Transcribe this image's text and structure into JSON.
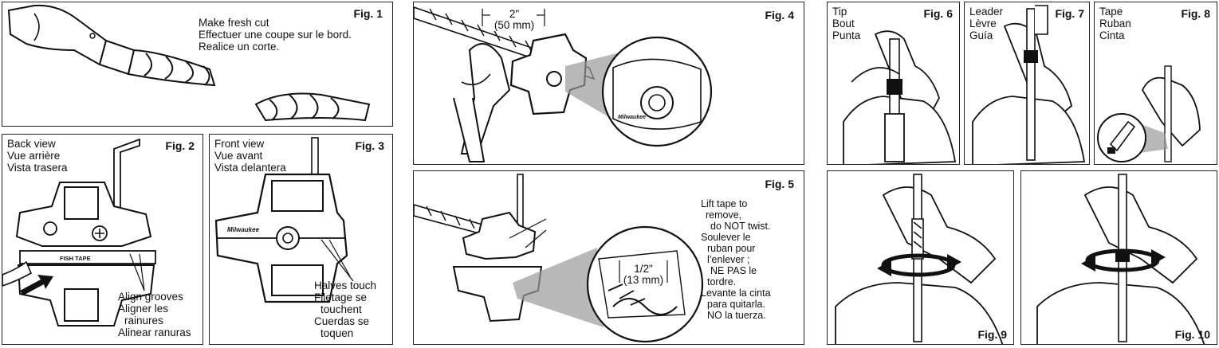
{
  "fig1": {
    "label": "Fig. 1",
    "lines": [
      "Make fresh cut",
      "Effectuer une coupe sur le bord.",
      "Realice un corte."
    ]
  },
  "fig2": {
    "label": "Fig. 2",
    "view_lines": [
      "Back view",
      "Vue arrière",
      "Vista trasera"
    ],
    "callout_lines": [
      "Align grooves",
      "Aligner les",
      "rainures",
      "Alinear ranuras"
    ],
    "tool_text": "FISH TAPE"
  },
  "fig3": {
    "label": "Fig. 3",
    "view_lines": [
      "Front view",
      "Vue avant",
      "Vista delantera"
    ],
    "callout_lines": [
      "Halves touch",
      "Filetage se",
      "touchent",
      "Cuerdas se",
      "toquen"
    ],
    "logo": "Milwaukee"
  },
  "fig4": {
    "label": "Fig. 4",
    "dimension": [
      "2\"",
      "(50 mm)"
    ],
    "logo": "Milwaukee"
  },
  "fig5": {
    "label": "Fig. 5",
    "dimension": [
      "1/2\"",
      "(13 mm)"
    ],
    "instruction_lines": [
      "Lift tape to",
      "remove,",
      "do NOT twist.",
      "Soulever le",
      "ruban pour",
      "l’enlever ;",
      "NE PAS le",
      "tordre.",
      "Levante la cinta",
      "para quitarla.",
      "NO la tuerza."
    ]
  },
  "fig6": {
    "label": "Fig. 6",
    "lines": [
      "Tip",
      "Bout",
      "Punta"
    ]
  },
  "fig7": {
    "label": "Fig. 7",
    "lines": [
      "Leader",
      "Lèvre",
      "Guía"
    ]
  },
  "fig8": {
    "label": "Fig. 8",
    "lines": [
      "Tape",
      "Ruban",
      "Cinta"
    ]
  },
  "fig9": {
    "label": "Fig. 9"
  },
  "fig10": {
    "label": "Fig. 10"
  },
  "colors": {
    "ink": "#111111",
    "shade": "#9a9a9a",
    "border": "#222222"
  }
}
